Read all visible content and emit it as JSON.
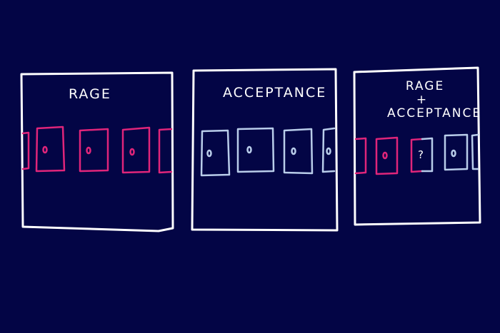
{
  "colors": {
    "background": "#030545",
    "frame": "#ffffff",
    "rage": "#e0257a",
    "acceptance": "#b9cdea"
  },
  "panels": [
    {
      "title": "RAGE"
    },
    {
      "title": "ACCEPTANCE"
    },
    {
      "title_lines": [
        "RAGE",
        "+",
        "ACCEPTANCE"
      ]
    }
  ],
  "question_mark": "?"
}
